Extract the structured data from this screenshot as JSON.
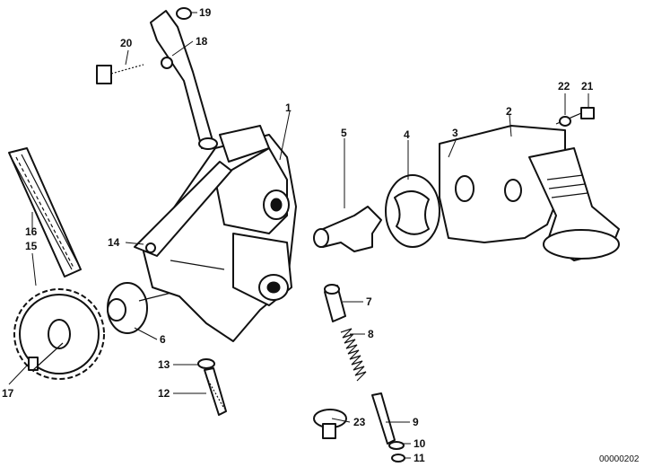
{
  "reference_number": "00000202",
  "callouts": [
    "1",
    "2",
    "3",
    "4",
    "5",
    "6",
    "7",
    "8",
    "9",
    "10",
    "11",
    "12",
    "13",
    "14",
    "15",
    "16",
    "17",
    "18",
    "19",
    "20",
    "21",
    "22",
    "23"
  ]
}
